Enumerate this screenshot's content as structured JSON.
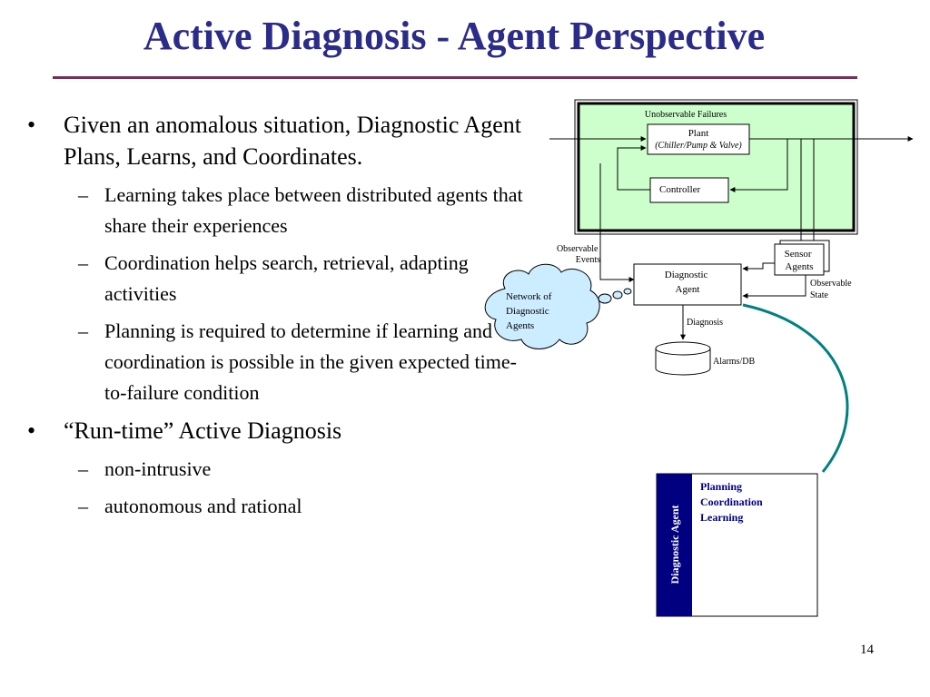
{
  "slide": {
    "title": "Active Diagnosis - Agent Perspective",
    "page_number": "14"
  },
  "bullets": {
    "b1": "Given an anomalous situation, Diagnostic Agent Plans, Learns, and Coordinates.",
    "b1_sub": [
      "Learning takes place between distributed agents that share  their experiences",
      "Coordination helps search, retrieval, adapting activities",
      "Planning is required to determine if learning and coordination is possible in the given expected time-to-failure condition"
    ],
    "b2": "“Run-time” Active Diagnosis",
    "b2_sub": [
      "non-intrusive",
      "autonomous and rational"
    ]
  },
  "diagram": {
    "unobservable_failures": "Unobservable Failures",
    "plant": "Plant",
    "plant_sub": "(Chiller/Pump & Valve)",
    "controller": "Controller",
    "observable_events_1": "Observable",
    "observable_events_2": "Events",
    "sensor_agents_1": "Sensor",
    "sensor_agents_2": "Agents",
    "diagnostic_agent_1": "Diagnostic",
    "diagnostic_agent_2": "Agent",
    "observable_state_1": "Observable",
    "observable_state_2": "State",
    "network_1": "Network of",
    "network_2": "Diagnostic",
    "network_3": "Agents",
    "diagnosis": "Diagnosis",
    "alarms_db": "Alarms/DB",
    "agent_panel_label": "Diagnostic Agent",
    "agent_panel_items": [
      "Planning",
      "Coordination",
      "Learning"
    ]
  },
  "colors": {
    "title": "#2b2b8a",
    "title_rule": "#7a2d57",
    "plant_area": "#ccffcc",
    "cloud": "#ccecff",
    "teal_curve": "#008080",
    "panel_band": "#000080"
  }
}
